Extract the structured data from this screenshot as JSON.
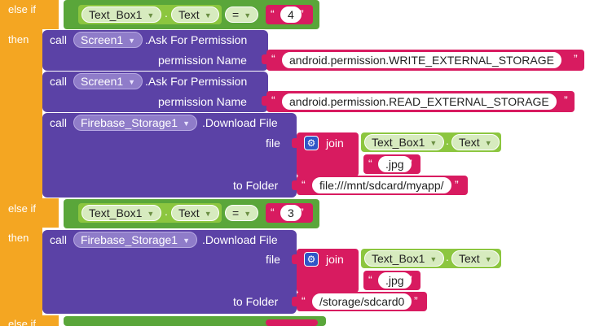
{
  "controls": {
    "else_if": "else if",
    "then": "then",
    "call": "call",
    "join": "join"
  },
  "block1": {
    "component": "Text_Box1",
    "property": "Text",
    "dot": ".",
    "operator": "=",
    "value": "4",
    "call1": {
      "component": "Screen1",
      "method": ".Ask For Permission",
      "param": "permission Name",
      "value": "android.permission.WRITE_EXTERNAL_STORAGE"
    },
    "call2": {
      "component": "Screen1",
      "method": ".Ask For Permission",
      "param": "permission Name",
      "value": "android.permission.READ_EXTERNAL_STORAGE"
    },
    "call3": {
      "component": "Firebase_Storage1",
      "method": ".Download File",
      "param_file": "file",
      "param_folder": "to Folder",
      "join_component": "Text_Box1",
      "join_property": "Text",
      "join_ext": ".jpg",
      "folder": "file:///mnt/sdcard/myapp/"
    }
  },
  "block2": {
    "component": "Text_Box1",
    "property": "Text",
    "dot": ".",
    "operator": "=",
    "value": "3",
    "call1": {
      "component": "Firebase_Storage1",
      "method": ".Download File",
      "param_file": "file",
      "param_folder": "to Folder",
      "join_component": "Text_Box1",
      "join_property": "Text",
      "join_ext": ".jpg",
      "folder": "/storage/sdcard0"
    }
  },
  "quote_open": "“",
  "quote_close": "”",
  "colors": {
    "control": "#f4a622",
    "procedure": "#5b42a6",
    "logic": "#5aa63a",
    "text": "#d81b60",
    "join_icon": "#2f56c7"
  }
}
